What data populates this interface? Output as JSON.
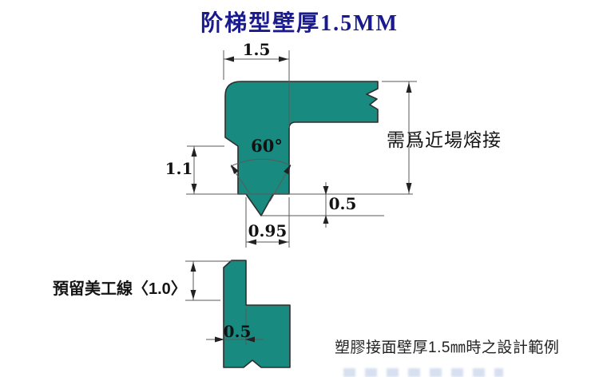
{
  "title": "阶梯型壁厚1.5MM",
  "colors": {
    "shape_fill": "#188a80",
    "shape_outline": "#2e2e2e",
    "dimension_line": "#5a5a5a",
    "title_text": "#1a1a8f",
    "label_text": "#121212"
  },
  "upper_view": {
    "dim_top_width": "1.5",
    "dim_left_height": "1.1",
    "dim_notch_angle": "60°",
    "dim_tip_depth": "0.5",
    "dim_tip_width": "0.95",
    "note_right": "需爲近場熔接"
  },
  "lower_view": {
    "label_reserve": "預留美工線〈1.0〉",
    "dim_wall_thickness": "0.5"
  },
  "caption": "塑膠接面壁厚1.5㎜時之設計範例"
}
